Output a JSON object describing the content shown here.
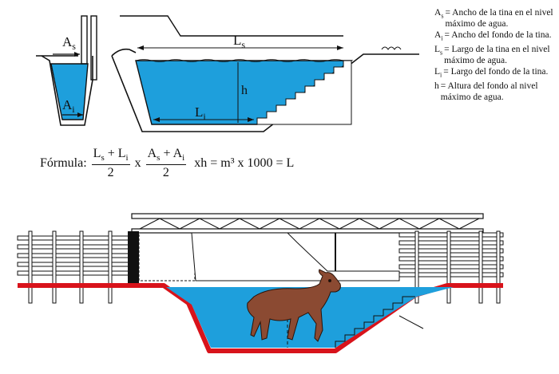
{
  "diagram": {
    "labels": {
      "As": {
        "base": "A",
        "sub": "s"
      },
      "Ai": {
        "base": "A",
        "sub": "i"
      },
      "Ls": {
        "base": "L",
        "sub": "s"
      },
      "Li": {
        "base": "L",
        "sub": "i"
      },
      "h": "h"
    },
    "legend": [
      {
        "sym": "A",
        "sub": "s",
        "def": "= Ancho de la tina en el nivel máximo de agua."
      },
      {
        "sym": "A",
        "sub": "i",
        "def": "= Ancho del fondo de la tina."
      },
      {
        "sym": "L",
        "sub": "s",
        "def": "= Largo de la tina en el nivel máximo de agua."
      },
      {
        "sym": "L",
        "sub": "i",
        "def": "= Largo del fondo de la tina."
      },
      {
        "sym": "h",
        "sub": "",
        "def": "= Altura del fondo al nivel máximo de agua."
      }
    ],
    "formula": {
      "prefix": "Fórmula:",
      "frac1": {
        "num_a": "L",
        "num_a_sub": "s",
        "plus": " + ",
        "num_b": "L",
        "num_b_sub": "i",
        "den": "2"
      },
      "times": "x",
      "frac2": {
        "num_a": "A",
        "num_a_sub": "s",
        "plus": " + ",
        "num_b": "A",
        "num_b_sub": "i",
        "den": "2"
      },
      "tail": "xh = m³ x 1000 = L"
    },
    "colors": {
      "water": "#1e9fdc",
      "wall": "#d8131b",
      "cow": "#8b4a32",
      "ink": "#111111"
    }
  }
}
